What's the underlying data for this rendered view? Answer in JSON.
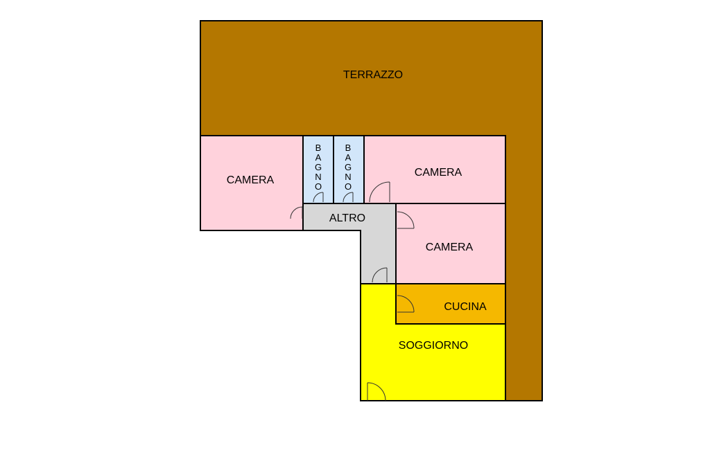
{
  "rooms": {
    "terrazzo": {
      "label": "TERRAZZO",
      "color": "#B47700"
    },
    "camera_left": {
      "label": "CAMERA",
      "color": "#FFD2DC"
    },
    "bagno_1": {
      "letters": [
        "B",
        "A",
        "G",
        "N",
        "O"
      ],
      "color": "#D2E6FA"
    },
    "bagno_2": {
      "letters": [
        "B",
        "A",
        "G",
        "N",
        "O"
      ],
      "color": "#D2E6FA"
    },
    "camera_top_right": {
      "label": "CAMERA",
      "color": "#FFD2DC"
    },
    "altro": {
      "label": "ALTRO",
      "color": "#D7D7D7"
    },
    "camera_mid_right": {
      "label": "CAMERA",
      "color": "#FFD2DC"
    },
    "cucina": {
      "label": "CUCINA",
      "color": "#F5B800"
    },
    "soggiorno": {
      "label": "SOGGIORNO",
      "color": "#FFFF00"
    }
  }
}
